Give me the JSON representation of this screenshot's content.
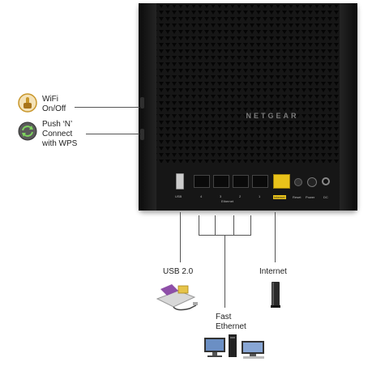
{
  "router": {
    "brand": "NETGEAR",
    "port_labels": {
      "usb": "USB",
      "ethernet": "Ethernet",
      "internet": "Internet",
      "reset": "Reset",
      "power": "Power",
      "dc": "DC",
      "lan_numbers": [
        "4",
        "3",
        "2",
        "1"
      ]
    }
  },
  "callouts": {
    "wifi": {
      "line1": "WiFi",
      "line2": "On/Off",
      "icon": "hand-press-icon"
    },
    "wps": {
      "line1": "Push ‘N’",
      "line2": "Connect",
      "line3": "with WPS",
      "icon": "wps-arrows-icon"
    },
    "usb": {
      "label": "USB 2.0",
      "icon": "usb-printer-icon"
    },
    "internet": {
      "label": "Internet",
      "icon": "modem-icon"
    },
    "ethernet": {
      "line1": "Fast",
      "line2": "Ethernet",
      "icon": "computers-icon"
    }
  },
  "colors": {
    "router_body": "#161616",
    "internet_port": "#e8c21a",
    "wifi_icon": "#c8962a",
    "wps_icon": "#3c8a2e"
  }
}
